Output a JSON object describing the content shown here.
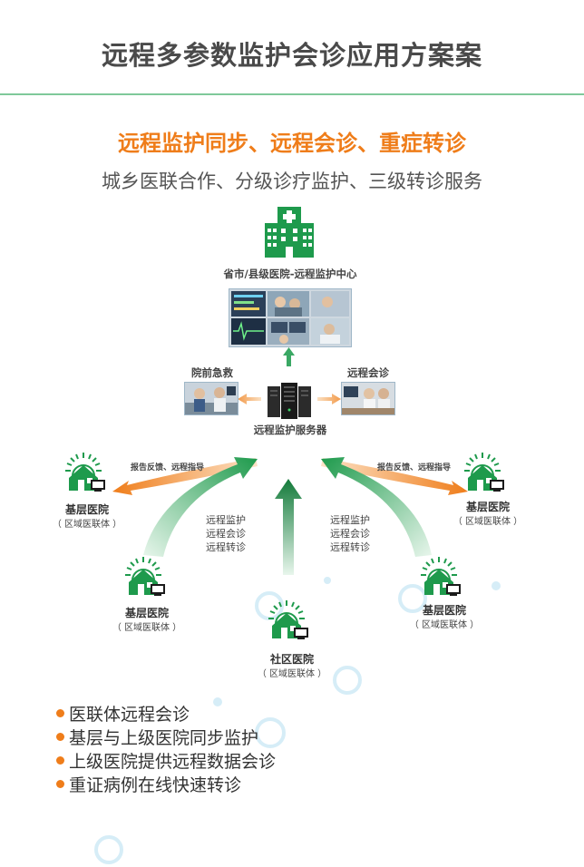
{
  "title": "远程多参数监护会诊应用方案案",
  "headline": "远程监护同步、远程会诊、重症转诊",
  "subheadline": "城乡医联合作、分级诊疗监护、三级转诊服务",
  "center": {
    "label": "省市/县级医院-远程监护中心",
    "icon": "hospital-building-icon"
  },
  "server": {
    "label": "远程监护服务器",
    "icon": "server-rack-icon"
  },
  "side_labels": {
    "prehospital": "院前急救",
    "consultation": "远程会诊"
  },
  "feedback_label": "报告反馈、远程指导",
  "flow_lines": [
    "远程监护",
    "远程会诊",
    "远程转诊"
  ],
  "nodes": {
    "top_left": {
      "name": "基层医院",
      "sub": "（ 区域医联体 ）"
    },
    "top_right": {
      "name": "基层医院",
      "sub": "（ 区域医联体 ）"
    },
    "mid_left": {
      "name": "基层医院",
      "sub": "（ 区域医联体 ）"
    },
    "mid_right": {
      "name": "基层医院",
      "sub": "（ 区域医联体 ）"
    },
    "bottom": {
      "name": "社区医院",
      "sub": "（ 区域医联体 ）"
    }
  },
  "bullets": [
    "医联体远程会诊",
    "基层与上级医院同步监护",
    "上级医院提供远程数据会诊",
    "重证病例在线快速转诊"
  ],
  "colors": {
    "orange": "#ef7d1a",
    "green": "#1e9a4c",
    "light_green": "#a9dfbc",
    "rule": "#7fc99a"
  }
}
